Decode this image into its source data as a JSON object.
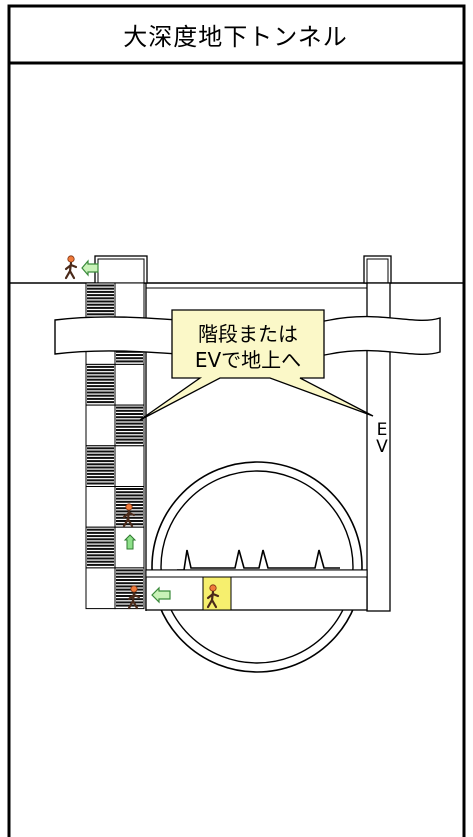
{
  "title": "大深度地下トンネル",
  "callout": {
    "line1": "階段または",
    "line2": "EVで地上へ"
  },
  "ev_label": "E\nV",
  "colors": {
    "frame": "#000000",
    "arrow_fill": "#c9f2b8",
    "arrow_stroke": "#3a8a3a",
    "highlight": "#f6ef6e",
    "callout_fill": "#fbf8c8",
    "person_head": "#f07a3a",
    "person_body": "#4a2a1a",
    "stair_dark": "#111111",
    "stair_light": "#ffffff"
  },
  "icons": [
    "person-walking-icon",
    "arrow-left-icon",
    "arrow-up-icon"
  ]
}
